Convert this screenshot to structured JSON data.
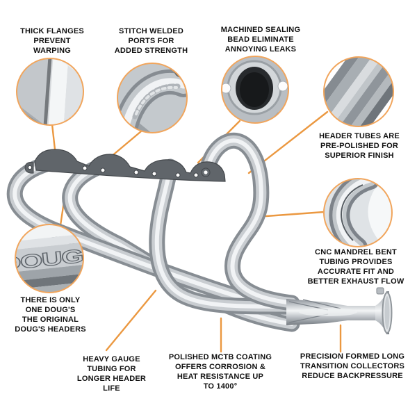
{
  "colors": {
    "accent": "#EB9840",
    "circle_border": "#F1A55C",
    "text": "#101010",
    "background": "#FFFFFF"
  },
  "callouts": {
    "thick_flanges": "THICK FLANGES\nPREVENT\nWARPING",
    "stitch_welded": "STITCH WELDED\nPORTS FOR\nADDED STRENGTH",
    "machined_sealing": "MACHINED SEALING\nBEAD ELIMINATE\nANNOYING LEAKS",
    "header_tubes": "HEADER TUBES ARE\nPRE-POLISHED FOR\nSUPERIOR FINISH",
    "cnc_mandrel": "CNC MANDREL BENT\nTUBING PROVIDES\nACCURATE FIT AND\nBETTER EXHAUST FLOW",
    "only_one_dougs": "THERE IS ONLY\nONE DOUG'S\nTHE ORIGINAL\nDOUG'S HEADERS",
    "heavy_gauge": "HEAVY GAUGE\nTUBING FOR\nLONGER HEADER\nLIFE",
    "polished_coating": "POLISHED MCTB COATING\nOFFERS CORROSION &\nHEAT RESISTANCE UP\nTO 1400°",
    "precision_collectors": "PRECISION FORMED LONG\nTRANSITION COLLECTORS\nREDUCE BACKPRESSURE"
  },
  "product": {
    "stamp": "DOUGS"
  }
}
